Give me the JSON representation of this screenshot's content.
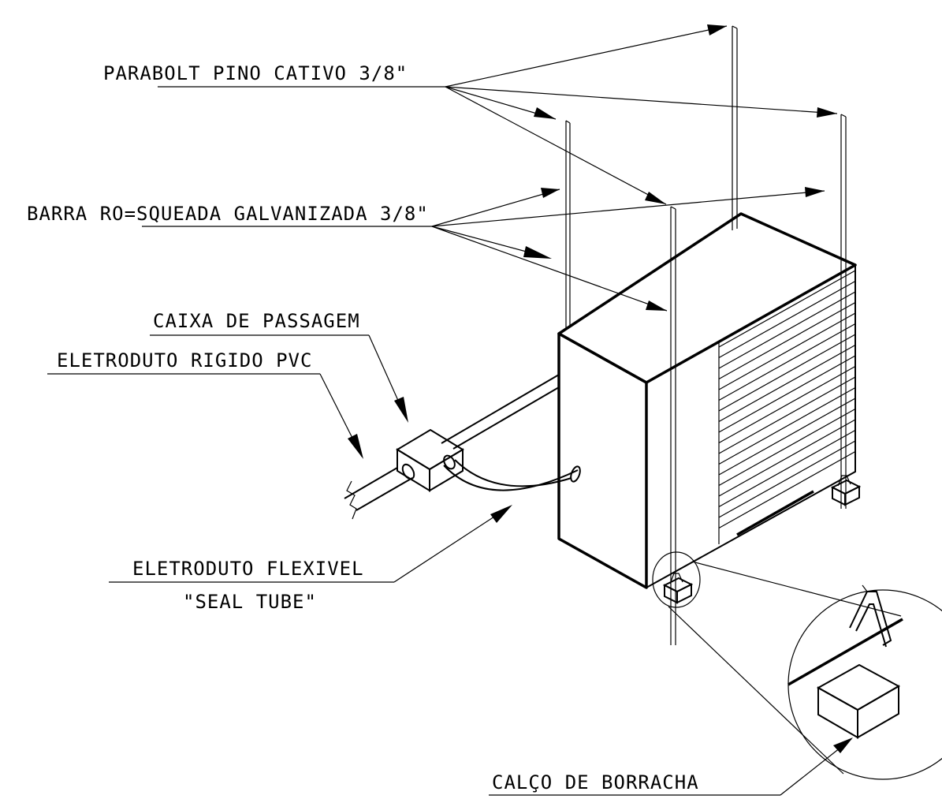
{
  "labels": {
    "parabolt": "PARABOLT PINO CATIVO 3/8\"",
    "barra": "BARRA RO=SQUEADA GALVANIZADA 3/8\"",
    "caixa": "CAIXA DE PASSAGEM",
    "rigido": "ELETRODUTO RIGIDO PVC",
    "flexivel": "ELETRODUTO FLEXIVEL",
    "seal_tube": "\"SEAL TUBE\"",
    "calco": "CALÇO DE BORRACHA"
  }
}
